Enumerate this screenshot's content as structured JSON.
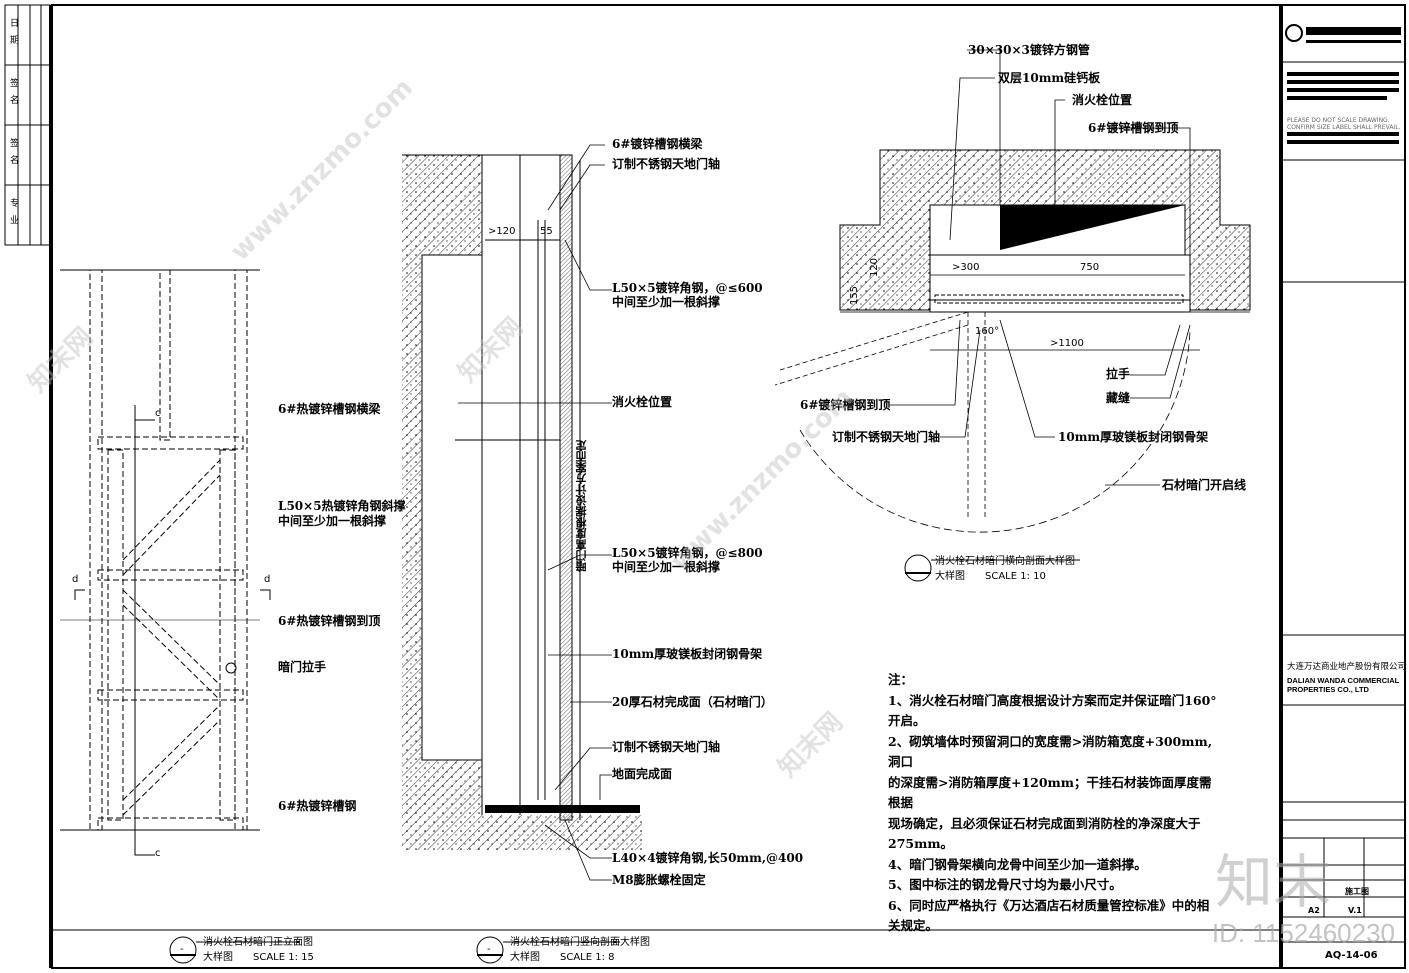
{
  "left_strip": {
    "labels": [
      "日期",
      "签名",
      "签名",
      "专业"
    ]
  },
  "elevation": {
    "labels": [
      "6#热镀锌槽钢横梁",
      "L50×5热镀锌角钢斜撑",
      "中间至少加一根斜撑",
      "6#热镀锌槽钢到顶",
      "暗门拉手",
      "6#热镀锌槽钢"
    ],
    "section_marks": [
      "c",
      "c",
      "d",
      "d"
    ],
    "title": "消火栓石材暗门正立面图",
    "subtitle": "大样图",
    "scale": "SCALE 1: 15",
    "symbol": "-"
  },
  "vertical_section": {
    "labels": [
      "6#镀锌槽钢横梁",
      "订制不锈钢天地门轴",
      "L50×5镀锌角钢，@≤600",
      "中间至少加一根斜撑",
      "消火栓位置",
      "L50×5镀锌角钢，@≤800",
      "中间至少加一根斜撑",
      "10mm厚玻镁板封闭钢骨架",
      "20厚石材完成面（石材暗门）",
      "订制不锈钢天地门轴",
      "地面完成面",
      "L40×4镀锌角钢,长50mm,@400",
      "M8膨胀螺栓固定"
    ],
    "dims": [
      ">120",
      "55"
    ],
    "vertical_note": "暗门高度根据设计方案而定",
    "title": "消火栓石材暗门竖向剖面大样图",
    "subtitle": "大样图",
    "scale": "SCALE 1: 8",
    "symbol": "-"
  },
  "horizontal_section": {
    "labels": [
      "30×30×3镀锌方钢管",
      "双层10mm硅钙板",
      "消火栓位置",
      "6#镀锌槽钢到顶",
      "6#镀锌槽钢到顶",
      "订制不锈钢天地门轴",
      "10mm厚玻镁板封闭钢骨架",
      "拉手",
      "藏缝",
      "石材暗门开启线"
    ],
    "dims": [
      ">300",
      "750",
      ">1100",
      "155",
      "120",
      "160°"
    ],
    "title": "消火栓石材暗门横向剖面大样图",
    "subtitle": "大样图",
    "scale": "SCALE 1: 10"
  },
  "notes": {
    "heading": "注：",
    "lines": [
      "1、消火栓石材暗门高度根据设计方案而定并保证暗门160°",
      "开启。",
      "2、砌筑墙体时预留洞口的宽度需>消防箱宽度+300mm,洞口",
      "的深度需>消防箱厚度+120mm；干挂石材装饰面厚度需根据",
      "现场确定，且必须保证石材完成面到消防栓的净深度大于",
      "275mm。",
      "4、暗门钢骨架横向龙骨中间至少加一道斜撑。",
      "5、图中标注的钢龙骨尺寸均为最小尺寸。",
      "6、同时应严格执行《万达酒店石材质量管控标准》中的相",
      "关规定。"
    ]
  },
  "title_block": {
    "note_en": "PLEASE DO NOT SCALE DRAWING. CONFIRM SIZE LABEL SHALL PREVAIL.",
    "client_cn": "大连万达商业地产股份有限公司",
    "client_en": "DALIAN WANDA COMMERCIAL PROPERTIES CO., LTD",
    "stage": "施工图",
    "size": "A2",
    "version": "V.1",
    "drawing_no": "AQ-14-06"
  },
  "watermark": {
    "site": "www.znzmo.com",
    "brand": "知末网",
    "logo": "知末",
    "id": "ID: 1152460230"
  }
}
